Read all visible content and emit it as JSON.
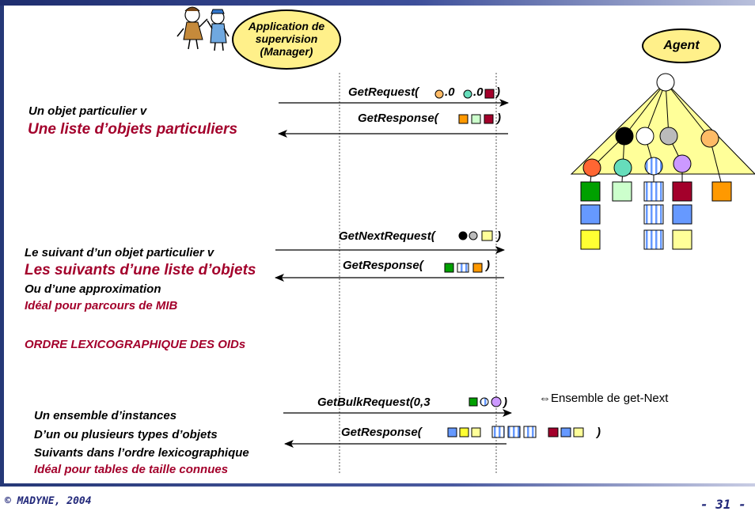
{
  "manager": {
    "line1": "Application de",
    "line2": "supervision",
    "line3": "(Manager)"
  },
  "agent": {
    "label": "Agent"
  },
  "section1": {
    "request": "GetRequest(",
    "request_mid1": ".0",
    "request_mid2": ".0",
    "request_close": ")",
    "response": "GetResponse(",
    "response_close": ")",
    "left1": "Un objet particulier v",
    "left2": "Une liste d’objets particuliers"
  },
  "section2": {
    "request": "GetNextRequest(",
    "request_close": ")",
    "response": "GetResponse(",
    "response_close": ")",
    "left1": "Le suivant d’un objet particulier v",
    "left2": "Les suivants d’une liste d’objets",
    "left3": "Ou d’une approximation",
    "left4": "Idéal pour parcours de MIB",
    "left5": "ORDRE LEXICOGRAPHIQUE DES OIDs"
  },
  "section3": {
    "request": "GetBulkRequest(0,3",
    "request_close": ")",
    "response": "GetResponse(",
    "response_close": ")",
    "note": "⇔Ensemble de get-Next",
    "left1": "Un ensemble d’instances",
    "left2": "D’un ou plusieurs types d’objets",
    "left3": "Suivants dans l’ordre lexicographique",
    "left4": "Idéal pour tables de taille connues"
  },
  "footer": {
    "copyright": "© MADYNE, 2004",
    "page": "- 31 -"
  },
  "colors": {
    "yellow": "#ffff99",
    "dark_red": "#a3002b",
    "green": "#00a000",
    "light_green": "#ccffcc",
    "blue": "#6699ff",
    "orange": "#ff9900",
    "purple": "#cc99ff",
    "red_orange": "#ff6633",
    "teal": "#66ddbb",
    "gray": "#bbbbbb",
    "navy": "#263877"
  }
}
